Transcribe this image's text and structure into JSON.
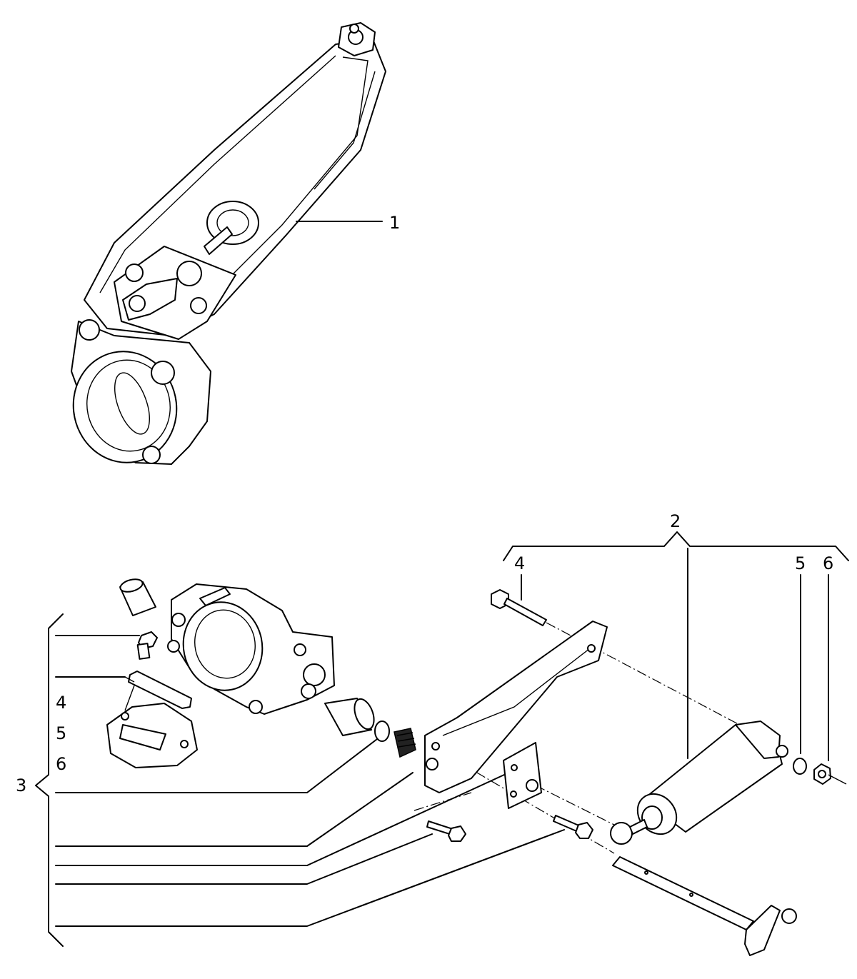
{
  "callouts": {
    "c1": "1",
    "c2": "2",
    "c3": "3",
    "c4_top": "4",
    "c5_top": "5",
    "c6_top": "6",
    "c4_left": "4",
    "c5_left": "5",
    "c6_left": "6"
  }
}
